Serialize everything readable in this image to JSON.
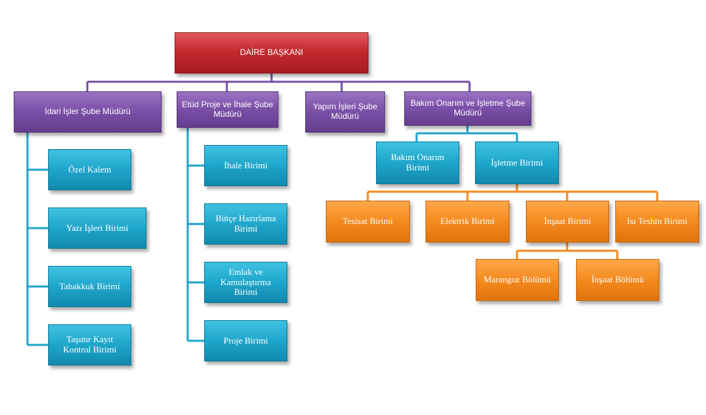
{
  "top": {
    "label": "DAİRE BAŞKANI"
  },
  "managers": {
    "idari": "İdari İşler Şube Müdürü",
    "etud": "Etüd Proje ve İhale Şube Müdürü",
    "yapim": "Yapım İşleri Şube Müdürü",
    "bakim": "Bakım Onarım ve İşletme Şube Müdürü"
  },
  "idari_units": [
    "Özel Kalem",
    "Yazı İşleri Birimi",
    "Tahakkuk Birimi",
    "Taşınır Kayıt Kontrol Birimi"
  ],
  "etud_units": [
    "İhale Birimi",
    "Bütçe Hazırlama Birimi",
    "Emlak ve Kamulaştırma Birimi",
    "Proje Birimi"
  ],
  "bakim_units": [
    "Bakım Onarım Birimi",
    "İşletme Birimi"
  ],
  "isletme_units": [
    "Tesisat Birimi",
    "Elektrik Birimi",
    "İnşaat Birimi",
    "Isı Teshin Birimi"
  ],
  "insaat_units": [
    "Marangoz Bölümü",
    "İnşaat Bölümü"
  ],
  "colors": {
    "top": "#c5282f",
    "manager": "#7a4fa6",
    "unit": "#1fa6cb",
    "sub_unit": "#f58a1e"
  }
}
